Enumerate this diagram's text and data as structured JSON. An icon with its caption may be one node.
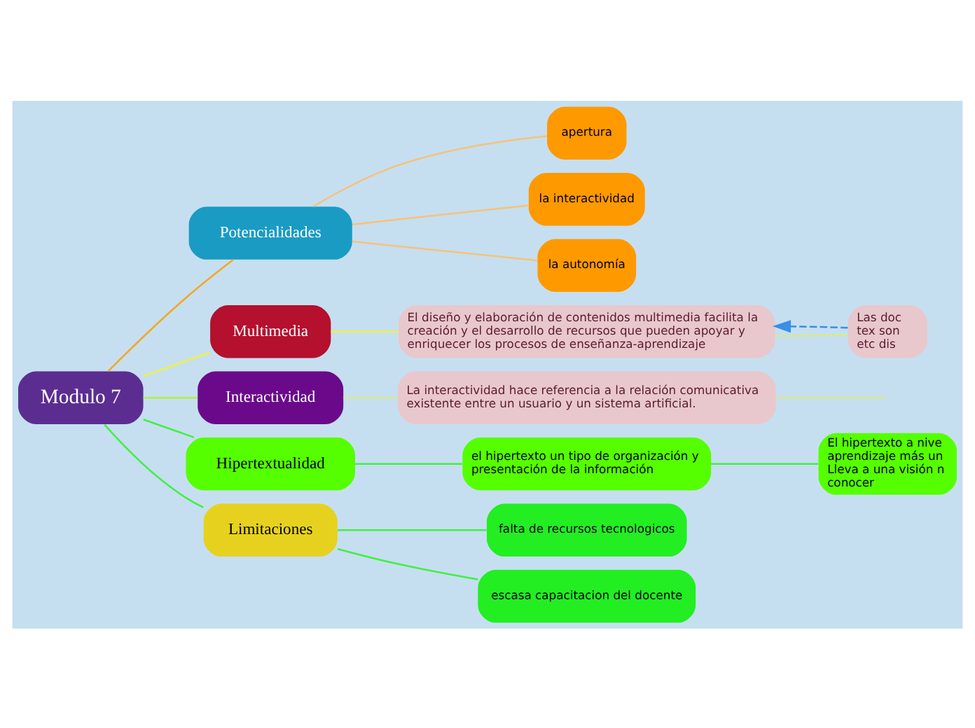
{
  "diagram": {
    "nodes": [
      {
        "text": [
          "Modulo 7"
        ]
      },
      {
        "text": [
          "Potencialidades"
        ]
      },
      {
        "text": [
          "apertura"
        ]
      },
      {
        "text": [
          "la interactividad"
        ]
      },
      {
        "text": [
          "la autonomía"
        ]
      },
      {
        "text": [
          "Multimedia"
        ]
      },
      {
        "text": [
          "El diseño y elaboración de contenidos multimedia facilita la creación y el desarrollo de recursos que pueden apoyar y enriquecer los procesos de enseñanza-aprendizaje"
        ]
      },
      {
        "text": [
          "Las doc tex son etc dis"
        ]
      },
      {
        "text": [
          "Interactividad"
        ]
      },
      {
        "text": [
          "La interactividad hace referencia a la relación comunicativa existente entre un usuario y un sistema artificial."
        ]
      },
      {
        "text": [
          "Hipertextualidad"
        ]
      },
      {
        "text": [
          "el hipertexto un tipo de organización y presentación de la información"
        ]
      },
      {
        "text": [
          "El hipertexto a nive aprendizaje más un Lleva a una visión n conocer"
        ]
      },
      {
        "text": [
          "Limitaciones"
        ]
      },
      {
        "text": [
          "falta de recursos tecnologicos"
        ]
      },
      {
        "text": [
          "escasa capacitacion del docente"
        ]
      }
    ],
    "edges": [
      {
        "from": 0,
        "to": 1,
        "arrow": "none",
        "color": "#f5a623"
      },
      {
        "from": 1,
        "to": 2,
        "arrow": "none",
        "color": "#f5c27a"
      },
      {
        "from": 1,
        "to": 3,
        "arrow": "none",
        "color": "#f5c27a"
      },
      {
        "from": 1,
        "to": 4,
        "arrow": "none",
        "color": "#f5c27a"
      },
      {
        "from": 0,
        "to": 5,
        "arrow": "none",
        "color": "#f0f040"
      },
      {
        "from": 5,
        "to": 6,
        "arrow": "none",
        "color": "#f0f040"
      },
      {
        "from": 6,
        "to": 7,
        "arrow": "none",
        "color": "#d8e890"
      },
      {
        "from": 7,
        "to": 6,
        "arrow": "to",
        "style": "dashed",
        "color": "#3a8ee6"
      },
      {
        "from": 0,
        "to": 8,
        "arrow": "none",
        "color": "#b0f040"
      },
      {
        "from": 8,
        "to": 9,
        "arrow": "none",
        "color": "#d8e890"
      },
      {
        "from": 9,
        "to": null,
        "arrow": "none",
        "color": "#d8e890"
      },
      {
        "from": 0,
        "to": 10,
        "arrow": "none"
      },
      {
        "from": 10,
        "to": 11,
        "arrow": "none"
      },
      {
        "from": 11,
        "to": 12,
        "arrow": "none"
      },
      {
        "from": 0,
        "to": 13,
        "arrow": "none"
      },
      {
        "from": 13,
        "to": 14,
        "arrow": "none"
      },
      {
        "from": 13,
        "to": 15,
        "arrow": "none"
      }
    ]
  }
}
